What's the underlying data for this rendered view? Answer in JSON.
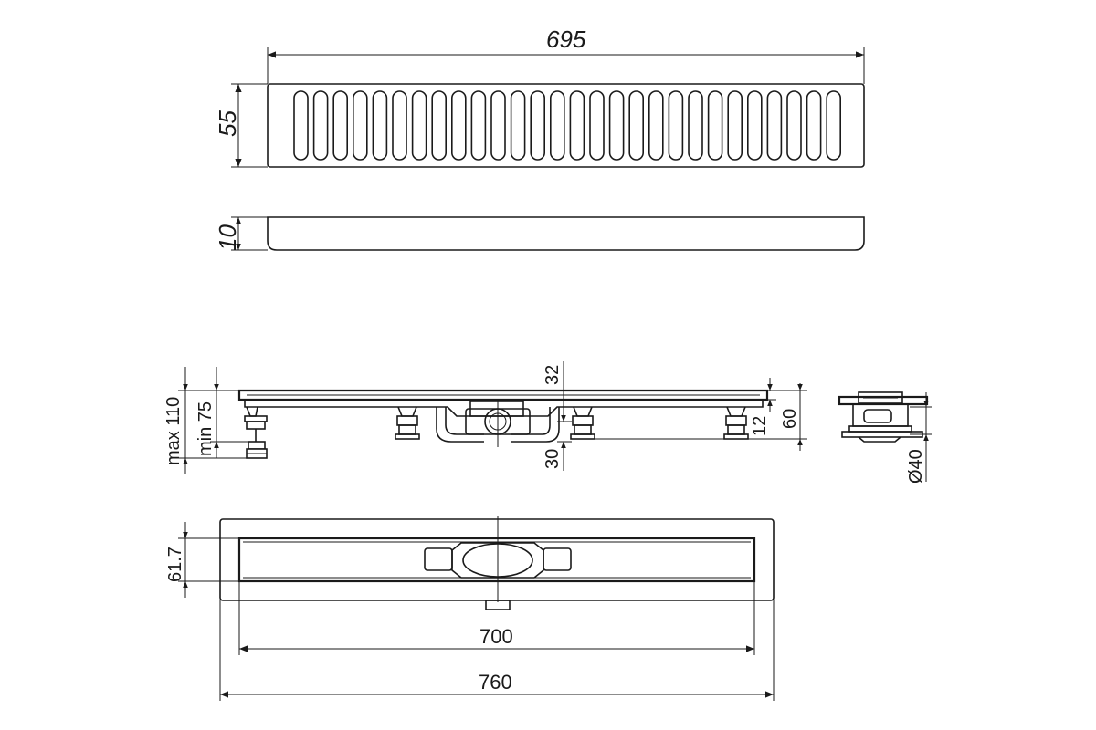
{
  "dimensions": {
    "grate_length": "695",
    "grate_width": "55",
    "grate_thickness": "10",
    "height_max": "max 110",
    "height_min": "min 75",
    "dim_32": "32",
    "dim_30": "30",
    "dim_12": "12",
    "dim_60": "60",
    "outlet_diameter": "Ø40",
    "channel_width": "61.7",
    "channel_length": "700",
    "frame_length": "760"
  }
}
